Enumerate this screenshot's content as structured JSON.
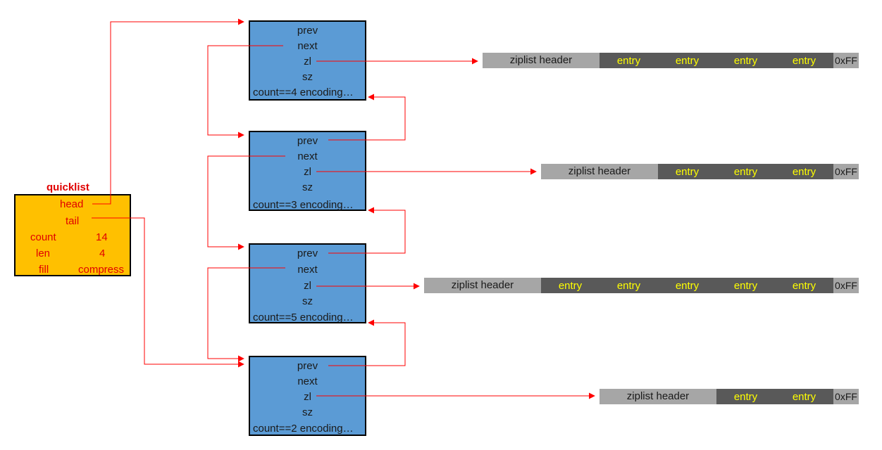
{
  "quicklist": {
    "title": "quicklist",
    "head_label": "head",
    "tail_label": "tail",
    "count_label": "count",
    "count_value": "14",
    "len_label": "len",
    "len_value": "4",
    "fill_label": "fill",
    "compress_label": "compress"
  },
  "nodes": [
    {
      "prev": "prev",
      "next": "next",
      "zl": "zl",
      "sz": "sz",
      "count": "count==4  encoding…"
    },
    {
      "prev": "prev",
      "next": "next",
      "zl": "zl",
      "sz": "sz",
      "count": "count==3  encoding…"
    },
    {
      "prev": "prev",
      "next": "next",
      "zl": "zl",
      "sz": "sz",
      "count": "count==5  encoding…"
    },
    {
      "prev": "prev",
      "next": "next",
      "zl": "zl",
      "sz": "sz",
      "count": "count==2  encoding…"
    }
  ],
  "ziplists": [
    {
      "header": "ziplist header",
      "entries": [
        "entry",
        "entry",
        "entry",
        "entry"
      ],
      "end": "0xFF"
    },
    {
      "header": "ziplist header",
      "entries": [
        "entry",
        "entry",
        "entry"
      ],
      "end": "0xFF"
    },
    {
      "header": "ziplist header",
      "entries": [
        "entry",
        "entry",
        "entry",
        "entry",
        "entry"
      ],
      "end": "0xFF"
    },
    {
      "header": "ziplist header",
      "entries": [
        "entry",
        "entry"
      ],
      "end": "0xFF"
    }
  ],
  "colors": {
    "arrow": "#ff0000",
    "quicklist_fill": "#ffc000",
    "node_fill": "#5b9bd5",
    "ziplist_header": "#a6a6a6",
    "ziplist_entry": "#595959",
    "entry_text": "#ffff00"
  }
}
